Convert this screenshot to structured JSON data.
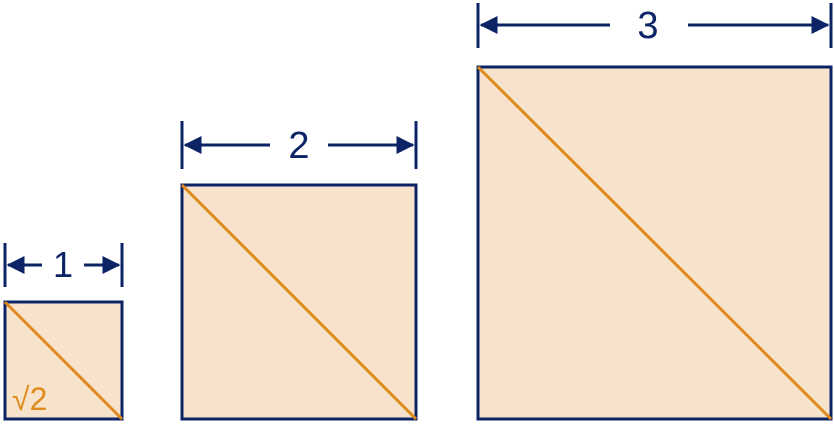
{
  "colors": {
    "navy": "#0c2466",
    "fill": "#f7e3cb",
    "diagonal": "#df8a1c"
  },
  "squares": [
    {
      "side_label": "1",
      "diagonal_label": "√2"
    },
    {
      "side_label": "2"
    },
    {
      "side_label": "3"
    }
  ]
}
